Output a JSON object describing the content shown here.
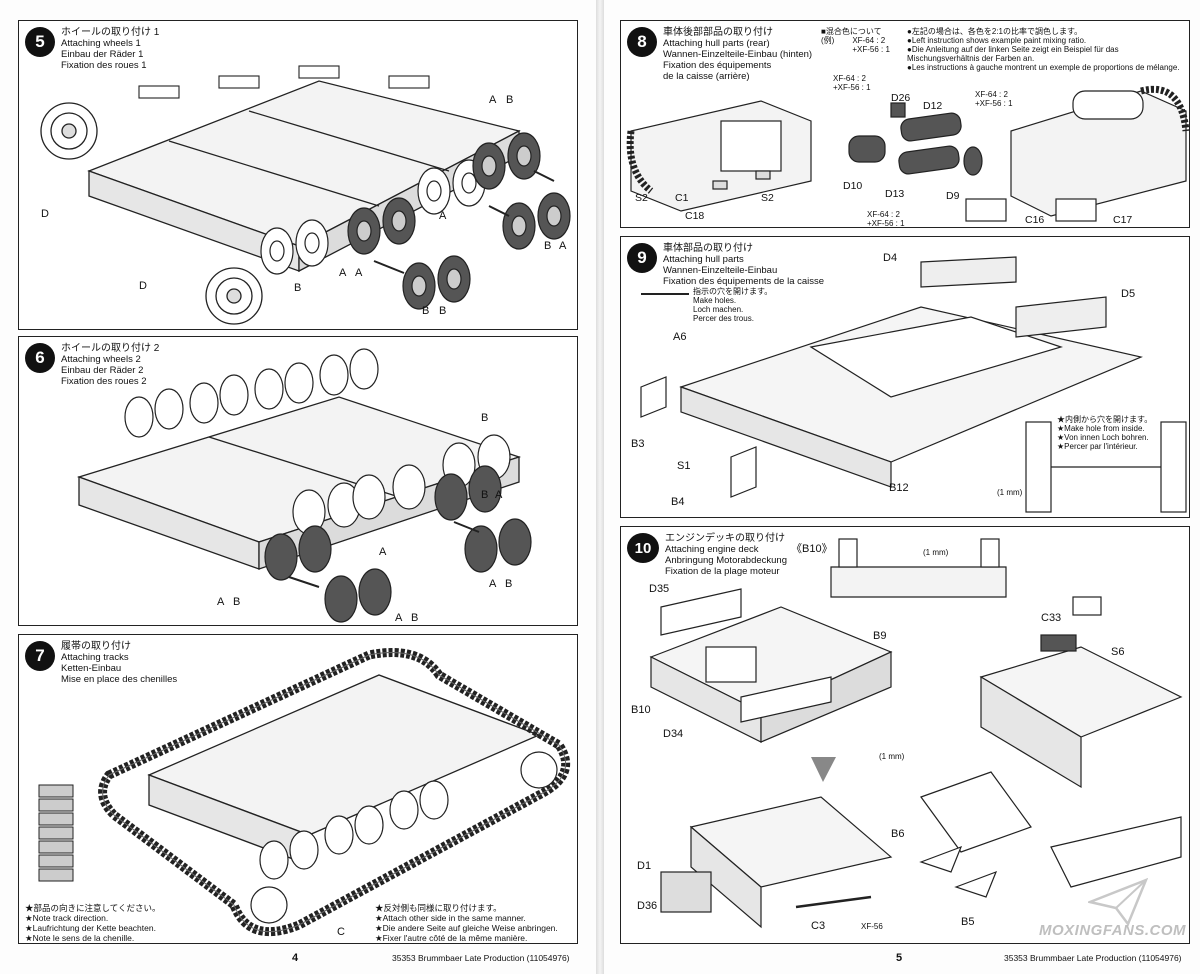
{
  "step5": {
    "number": "5",
    "title_jp": "ホイールの取り付け 1",
    "title_en": "Attaching wheels 1",
    "title_de": "Einbau der Räder 1",
    "title_fr": "Fixation des roues 1",
    "labels": [
      "D",
      "D",
      "B",
      "A",
      "A",
      "A",
      "A",
      "B",
      "B",
      "A",
      "B",
      "B"
    ]
  },
  "step6": {
    "number": "6",
    "title_jp": "ホイールの取り付け 2",
    "title_en": "Attaching wheels 2",
    "title_de": "Einbau der Räder 2",
    "title_fr": "Fixation des roues 2",
    "labels": [
      "B",
      "A",
      "B",
      "A",
      "A",
      "B",
      "A",
      "B",
      "A",
      "B"
    ]
  },
  "step7": {
    "number": "7",
    "title_jp": "履帯の取り付け",
    "title_en": "Attaching tracks",
    "title_de": "Ketten-Einbau",
    "title_fr": "Mise en place des chenilles",
    "note_left": [
      "★部品の向きに注意してください。",
      "★Note track direction.",
      "★Laufrichtung der Kette beachten.",
      "★Note le sens de la chenille."
    ],
    "note_right": [
      "★反対側も同様に取り付けます。",
      "★Attach other side in the same manner.",
      "★Die andere Seite auf gleiche Weise anbringen.",
      "★Fixer l'autre côté de la même manière."
    ],
    "label_c": "C"
  },
  "step8": {
    "number": "8",
    "title_jp": "車体後部部品の取り付け",
    "title_en": "Attaching hull parts (rear)",
    "title_de": "Wannen-Einzelteile-Einbau (hinten)",
    "title_fr": "Fixation des équipements",
    "title_fr2": "de la caisse (arrière)",
    "mix_title": "■混合色について",
    "mix_example": "(例)",
    "mix_ratio_1": "XF-64 : 2",
    "mix_ratio_2": "+XF-56 : 1",
    "mix_note": [
      "●左記の場合は、各色を2:1の比率で調色します。",
      "●Left instruction shows example paint mixing ratio.",
      "●Die Anleitung auf der linken Seite zeigt ein Beispiel für das",
      "Mischungsverhältnis der Farben an.",
      "●Les instructions à gauche montrent un exemple de proportions de mélange."
    ],
    "parts": [
      "D26",
      "D12",
      "D10",
      "D13",
      "D9",
      "S2",
      "C1",
      "C18",
      "S2",
      "C16",
      "C17"
    ],
    "paint_a": "XF-64 : 2",
    "paint_b": "+XF-56 : 1"
  },
  "step9": {
    "number": "9",
    "title_jp": "車体部品の取り付け",
    "title_en": "Attaching hull parts",
    "title_de": "Wannen-Einzelteile-Einbau",
    "title_fr": "Fixation des équipements de la caisse",
    "holes_note": [
      "指示の穴を開けます。",
      "Make holes.",
      "Loch machen.",
      "Percer des trous."
    ],
    "inside_note": [
      "★内側から穴を開けます。",
      "★Make hole from inside.",
      "★Von innen Loch bohren.",
      "★Percer par l'intérieur."
    ],
    "drill": "(1 mm)",
    "parts": [
      "D4",
      "D5",
      "A6",
      "B3",
      "S1",
      "B12",
      "B4"
    ]
  },
  "step10": {
    "number": "10",
    "title_jp": "エンジンデッキの取り付け",
    "title_en": "Attaching engine deck",
    "title_de": "Anbringung Motorabdeckung",
    "title_fr": "Fixation de la plage moteur",
    "ref": "《B10》",
    "drill": "(1 mm)",
    "parts": [
      "D35",
      "B9",
      "B10",
      "D34",
      "C33",
      "S6",
      "D1",
      "D36",
      "C3",
      "B6",
      "B5"
    ],
    "paint": "XF-56"
  },
  "footer": {
    "left_page": "4",
    "right_page": "5",
    "code_left": "35353  Brummbaer Late Production (11054976)",
    "code_right": "35353  Brummbaer Late Production (11054976)"
  },
  "watermark": "MOXINGFANS.COM"
}
